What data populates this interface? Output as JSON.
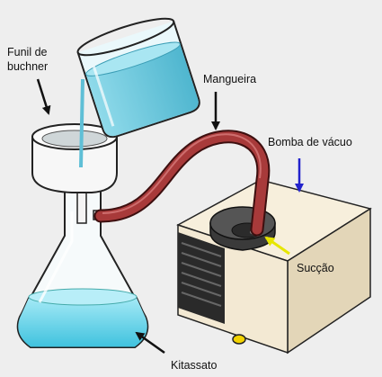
{
  "labels": {
    "funil": [
      "Funil de",
      "buchner"
    ],
    "mangueira": "Mangueira",
    "bomba": "Bomba de vácuo",
    "succao": "Sucção",
    "kitassato": "Kitassato"
  },
  "colors": {
    "background": "#eeeeee",
    "liquid": "#7fd6ea",
    "hose": "#a83a3a",
    "pump_body": "#f3e9d3",
    "pump_grille": "#2a2a2a",
    "label_arrow": "#111111",
    "vacuum_arrow": "#2222cc",
    "suction_arrow": "#e6e600",
    "pump_indicator": "#f2d200"
  }
}
